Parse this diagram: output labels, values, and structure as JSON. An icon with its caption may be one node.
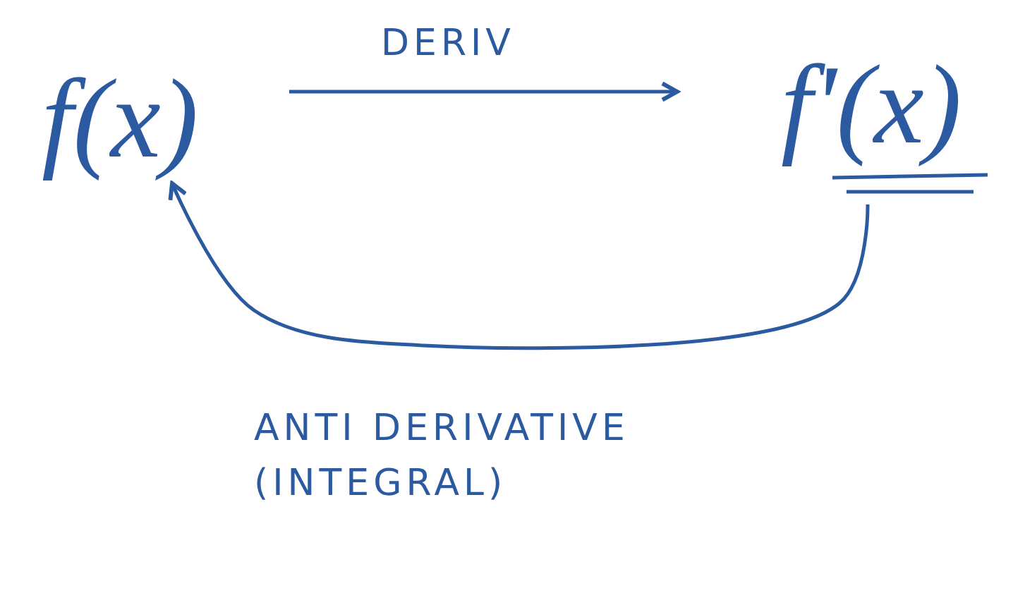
{
  "diagram": {
    "nodes": [
      {
        "text": [
          "f(x)"
        ]
      },
      {
        "text": [
          "f'(x)"
        ]
      }
    ],
    "edges": [
      {
        "from": 0,
        "to": 1,
        "arrow": "to",
        "label": "DERIV"
      },
      {
        "from": 1,
        "to": 0,
        "arrow": "to",
        "label": "ANTI DERIVATIVE (INTEGRAL)"
      }
    ]
  }
}
